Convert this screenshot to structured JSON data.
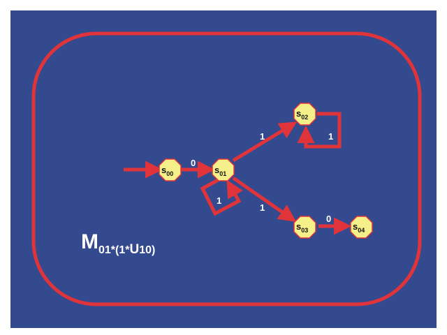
{
  "diagram": {
    "colors": {
      "background": "#344a8e",
      "outer_frame": "#e0343a",
      "edges": "#e0343a",
      "state_fill": "#f6f08a",
      "state_stroke": "#e0343a",
      "text": "#ffffff"
    },
    "states": [
      {
        "id": "s00",
        "main": "s",
        "sub": "00"
      },
      {
        "id": "s01",
        "main": "s",
        "sub": "01"
      },
      {
        "id": "s02",
        "main": "s",
        "sub": "02"
      },
      {
        "id": "s03",
        "main": "s",
        "sub": "03"
      },
      {
        "id": "s04",
        "main": "s",
        "sub": "04"
      }
    ],
    "transitions": [
      {
        "from": "start",
        "to": "s00",
        "label": ""
      },
      {
        "from": "s00",
        "to": "s01",
        "label": "0"
      },
      {
        "from": "s01",
        "to": "s02",
        "label": "1"
      },
      {
        "from": "s02",
        "to": "s02",
        "label": "1"
      },
      {
        "from": "s01",
        "to": "s01",
        "label": "1"
      },
      {
        "from": "s01",
        "to": "s03",
        "label": "1"
      },
      {
        "from": "s03",
        "to": "s04",
        "label": "0"
      }
    ],
    "machine_label": {
      "main": "M",
      "sub_a": "01*(1*",
      "sub_u": "U",
      "sub_b": "10)"
    }
  }
}
